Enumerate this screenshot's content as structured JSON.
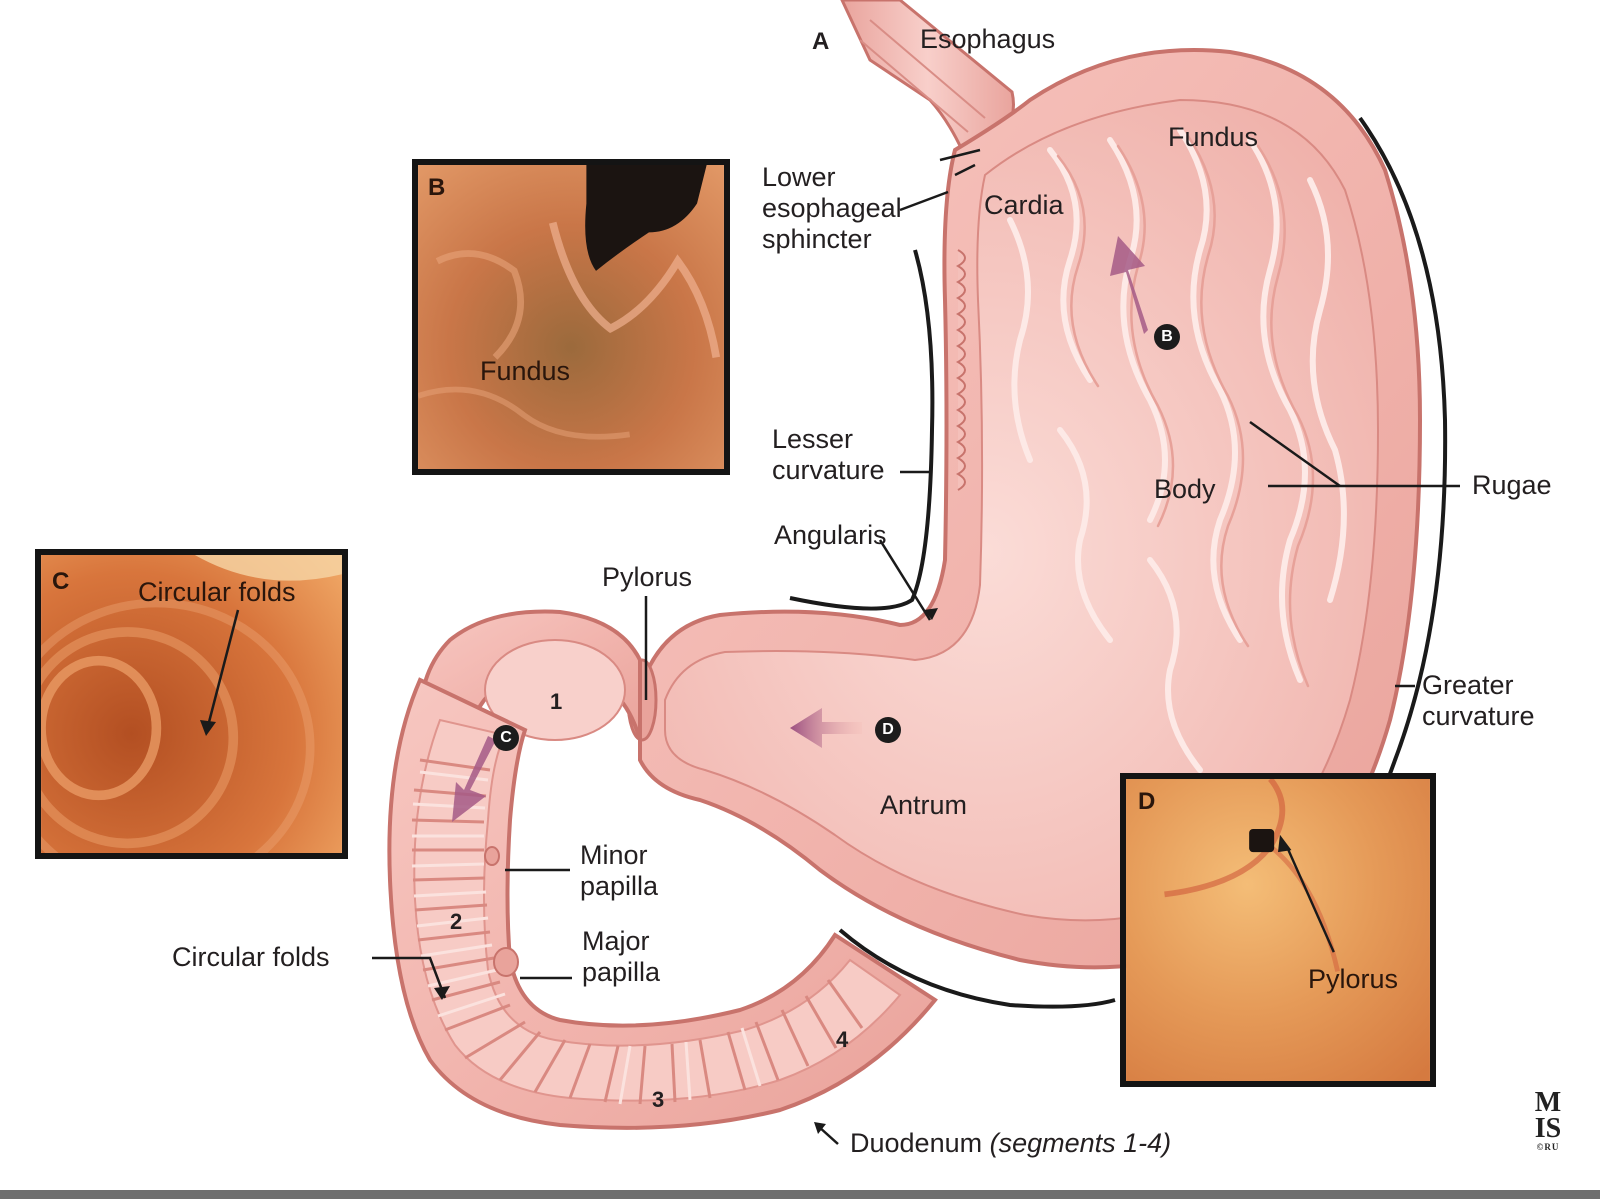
{
  "figure_letter": "A",
  "labels": {
    "esophagus": "Esophagus",
    "fundus": "Fundus",
    "cardia": "Cardia",
    "les": "Lower\nesophageal\nsphincter",
    "lesser_curvature": "Lesser\ncurvature",
    "angularis": "Angularis",
    "body": "Body",
    "rugae": "Rugae",
    "pylorus": "Pylorus",
    "greater_curvature": "Greater\ncurvature",
    "antrum": "Antrum",
    "minor_papilla": "Minor\npapilla",
    "major_papilla": "Major\npapilla",
    "circular_folds": "Circular folds",
    "duodenum": "Duodenum",
    "duodenum_segments": "(segments 1-4)"
  },
  "segments": [
    "1",
    "2",
    "3",
    "4"
  ],
  "arrow_badges": {
    "b": "B",
    "c": "C",
    "d": "D"
  },
  "insets": {
    "b": {
      "letter": "B",
      "caption": "Fundus"
    },
    "c": {
      "letter": "C",
      "caption": "Circular folds"
    },
    "d": {
      "letter": "D",
      "caption": "Pylorus"
    }
  },
  "logo": {
    "mark": "M\nIS",
    "sub": "©RU"
  },
  "colors": {
    "tissue": "#f2b7b1",
    "tissue_dark": "#e59a93",
    "tissue_light": "#fbd9d4",
    "outline": "#c8736c",
    "arrow": "#a45b86",
    "photo_orange": "#d9743a"
  }
}
